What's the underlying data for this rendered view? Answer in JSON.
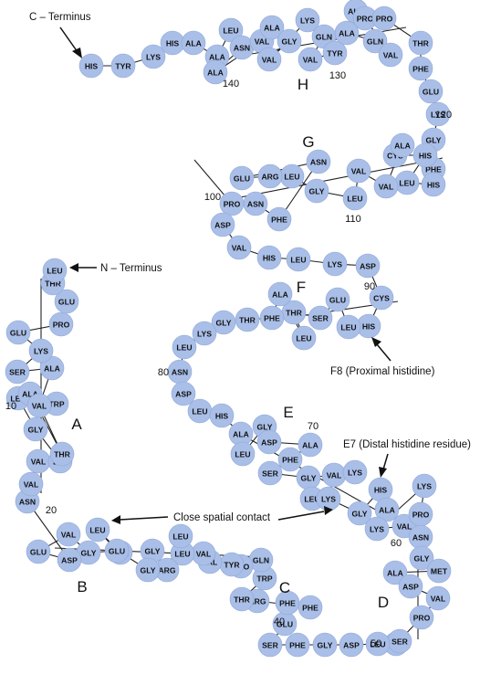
{
  "colors": {
    "residue_fill": "#a9bfe8",
    "chain": "#222222",
    "text": "#111111"
  },
  "residues": [
    "HIS",
    "TYR",
    "LYS",
    "HIS",
    "ALA",
    "ALA",
    "LEU",
    "ASN",
    "ALA",
    "VAL",
    "ALA",
    "GLY",
    "VAL",
    "LYS",
    "GLN",
    "VAL",
    "TYR",
    "ALA",
    "ALA",
    "GLN",
    "VAL",
    "PRO",
    "PRO",
    "THR",
    "PHE",
    "GLU",
    "LYS",
    "GLY",
    "PHE",
    "HIS",
    "LEU",
    "HIS",
    "CYS",
    "ALA",
    "VAL",
    "VAL",
    "LEU",
    "GLY",
    "LEU",
    "ARG",
    "GLU",
    "ASN",
    "PHE",
    "ASN",
    "PRO",
    "ASP",
    "VAL",
    "HIS",
    "LEU",
    "LYS",
    "ASP",
    "CYS",
    "HIS",
    "LEU",
    "GLU",
    "SER",
    "THR",
    "LEU",
    "ALA",
    "PHE",
    "THR",
    "GLY",
    "LYS",
    "LEU",
    "ASN",
    "ASP",
    "LEU",
    "HIS",
    "ALA",
    "LEU",
    "GLY",
    "ASP",
    "ALA",
    "PHE",
    "SER",
    "GLY",
    "VAL",
    "LYS",
    "LEU",
    "LYS",
    "GLY",
    "HIS",
    "ALA",
    "VAL",
    "LYS",
    "LYS",
    "PRO",
    "ASN",
    "GLY",
    "MET",
    "ALA",
    "ASP",
    "VAL",
    "PRO",
    "THR",
    "SER",
    "LEU",
    "ASP",
    "GLY",
    "PHE",
    "SER",
    "GLU",
    "PHE",
    "PHE",
    "ARG",
    "THR",
    "TRP",
    "GLN",
    "PRO",
    "TYR",
    "VAL",
    "VAL",
    "LEU",
    "LEU",
    "ARG",
    "GLY",
    "GLY",
    "ALA",
    "LEU",
    "GLU",
    "GLY",
    "VAL",
    "GLU",
    "ASP",
    "ASN",
    "VAL",
    "VAL",
    "LYS",
    "GLY",
    "LEU",
    "TRP",
    "ALA",
    "THR",
    "VAL",
    "ALA",
    "SER",
    "LYS",
    "GLU",
    "PRO",
    "GLU",
    "THR",
    "LEU",
    "HIS",
    "VAL"
  ],
  "helix_labels": [
    "A",
    "B",
    "C",
    "D",
    "E",
    "F",
    "G",
    "H"
  ],
  "position_numbers": [
    "10",
    "20",
    "40",
    "50",
    "60",
    "70",
    "80",
    "90",
    "100",
    "110",
    "120",
    "130",
    "140"
  ],
  "annotations": {
    "c_terminus": "C – Terminus",
    "n_terminus": "N – Terminus",
    "proximal": "F8 (Proximal histidine)",
    "distal": "E7 (Distal histidine residue)",
    "contact": "Close spatial contact"
  }
}
